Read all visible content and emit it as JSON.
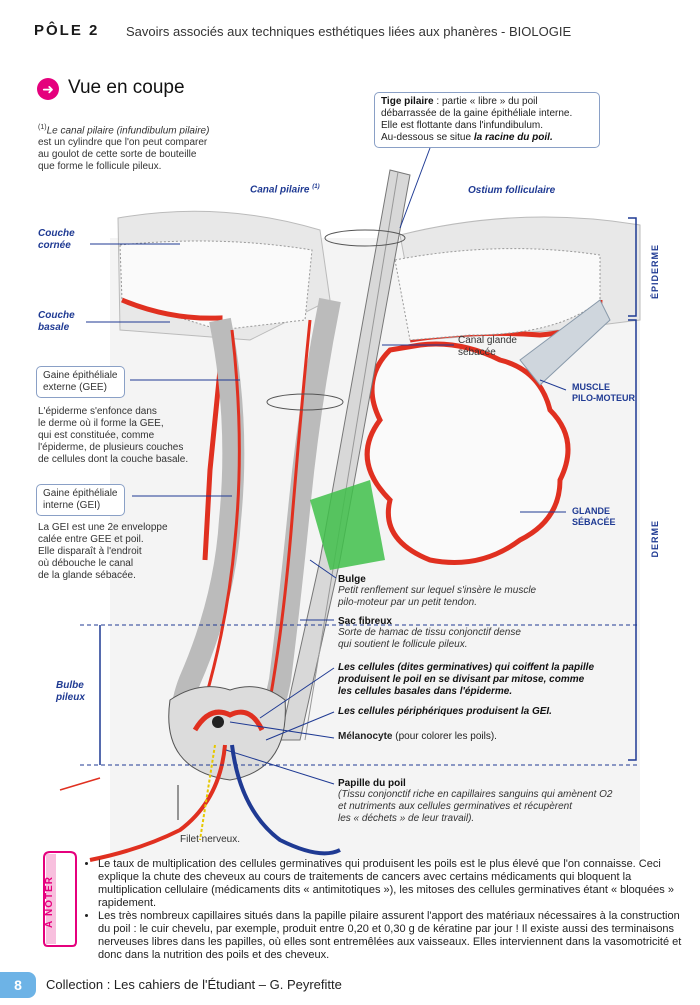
{
  "header": {
    "pole": "PÔLE 2",
    "subject": "Savoirs associés aux techniques esthétiques liées aux phanères - BIOLOGIE"
  },
  "section": {
    "title": "Vue en coupe",
    "icon": "arrow-right-icon"
  },
  "footnote": {
    "marker": "(1)",
    "lines": [
      "Le canal pilaire (infundibulum pilaire)",
      "est un cylindre que l'on peut comparer",
      "au goulot de cette sorte de bouteille",
      "que forme le follicule pileux."
    ]
  },
  "tige": {
    "term": "Tige pilaire",
    "line1": " : partie « libre » du poil",
    "line2": "débarrassée de la gaine épithéliale interne.",
    "line3": "Elle est flottante dans l'infundibulum.",
    "line4": "Au-dessous se situe ",
    "emph": "la racine du poil."
  },
  "labels": {
    "canal_pilaire": "Canal pilaire",
    "canal_sup": "(1)",
    "ostium": "Ostium folliculaire",
    "couche_cornee_1": "Couche",
    "couche_cornee_2": "cornée",
    "couche_basale_1": "Couche",
    "couche_basale_2": "basale",
    "canal_glande_1": "Canal glande",
    "canal_glande_2": "sébacée",
    "muscle_1": "MUSCLE",
    "muscle_2": "PILO-MOTEUR",
    "glande_1": "GLANDE",
    "glande_2": "SÉBACÉE",
    "epiderme": "ÉPIDERME",
    "derme": "DERME",
    "bulbe_1": "Bulbe",
    "bulbe_2": "pileux",
    "filet": "Filet nerveux."
  },
  "gee": {
    "box_1": "Gaine épithéliale",
    "box_2": "externe (GEE)",
    "desc": [
      "L'épiderme s'enfonce dans",
      "le derme où il forme la GEE,",
      "qui est constituée, comme",
      "l'épiderme, de plusieurs couches",
      "de cellules dont la couche basale."
    ]
  },
  "gei": {
    "box_1": "Gaine épithéliale",
    "box_2": "interne (GEI)",
    "desc": [
      "La GEI est une 2e enveloppe",
      "calée entre GEE et poil.",
      "Elle disparaît à l'endroit",
      "où débouche le canal",
      "de la glande sébacée."
    ]
  },
  "callouts": {
    "bulge_title": "Bulge",
    "bulge_1": "Petit renflement sur lequel s'insère le muscle",
    "bulge_2": "pilo-moteur par un petit tendon.",
    "sac_title": "Sac fibreux",
    "sac_1": "Sorte de hamac de tissu conjonctif dense",
    "sac_2": "qui soutient le follicule pileux.",
    "germ_1": "Les cellules (dites germinatives) qui coiffent la papille",
    "germ_2": "produisent le poil en se divisant par mitose, comme",
    "germ_3": "les cellules basales dans l'épiderme.",
    "peri": "Les cellules périphériques produisent la GEI.",
    "melano_title": "Mélanocyte",
    "melano_rest": " (pour colorer les poils).",
    "papille_title": "Papille du poil",
    "papille_1": "(Tissu conjonctif riche en capillaires sanguins qui amènent O2",
    "papille_2": "et nutriments aux cellules germinatives et récupèrent",
    "papille_3": "les « déchets » de leur travail)."
  },
  "note": {
    "tag": "À NOTER",
    "bullet1": "Le taux de multiplication des cellules germinatives qui produisent les poils est le plus élevé que l'on connaisse. Ceci explique la chute des cheveux au cours de traitements de cancers avec certains médicaments qui bloquent la multiplication cellulaire (médicaments dits « antimitotiques »), les mitoses des cellules germinatives étant « bloquées » rapidement.",
    "bullet2": "Les très nombreux capillaires situés dans la papille pilaire assurent l'apport des matériaux nécessaires à la construction du poil : le cuir chevelu, par exemple, produit entre 0,20 et 0,30 g de kératine par jour ! Il existe aussi des terminaisons nerveuses libres dans les papilles, où elles sont entremêlées aux vaisseaux. Elles interviennent dans la vasomotricité et donc dans la nutrition des poils et des cheveux."
  },
  "footer": {
    "page": "8",
    "text": "Collection : Les cahiers de l'Étudiant – G. Peyrefitte"
  },
  "colors": {
    "accent": "#e5007d",
    "blue": "#1f3a93",
    "red": "#e03020",
    "green": "#3fbf4a",
    "tab": "#6db3e6"
  }
}
